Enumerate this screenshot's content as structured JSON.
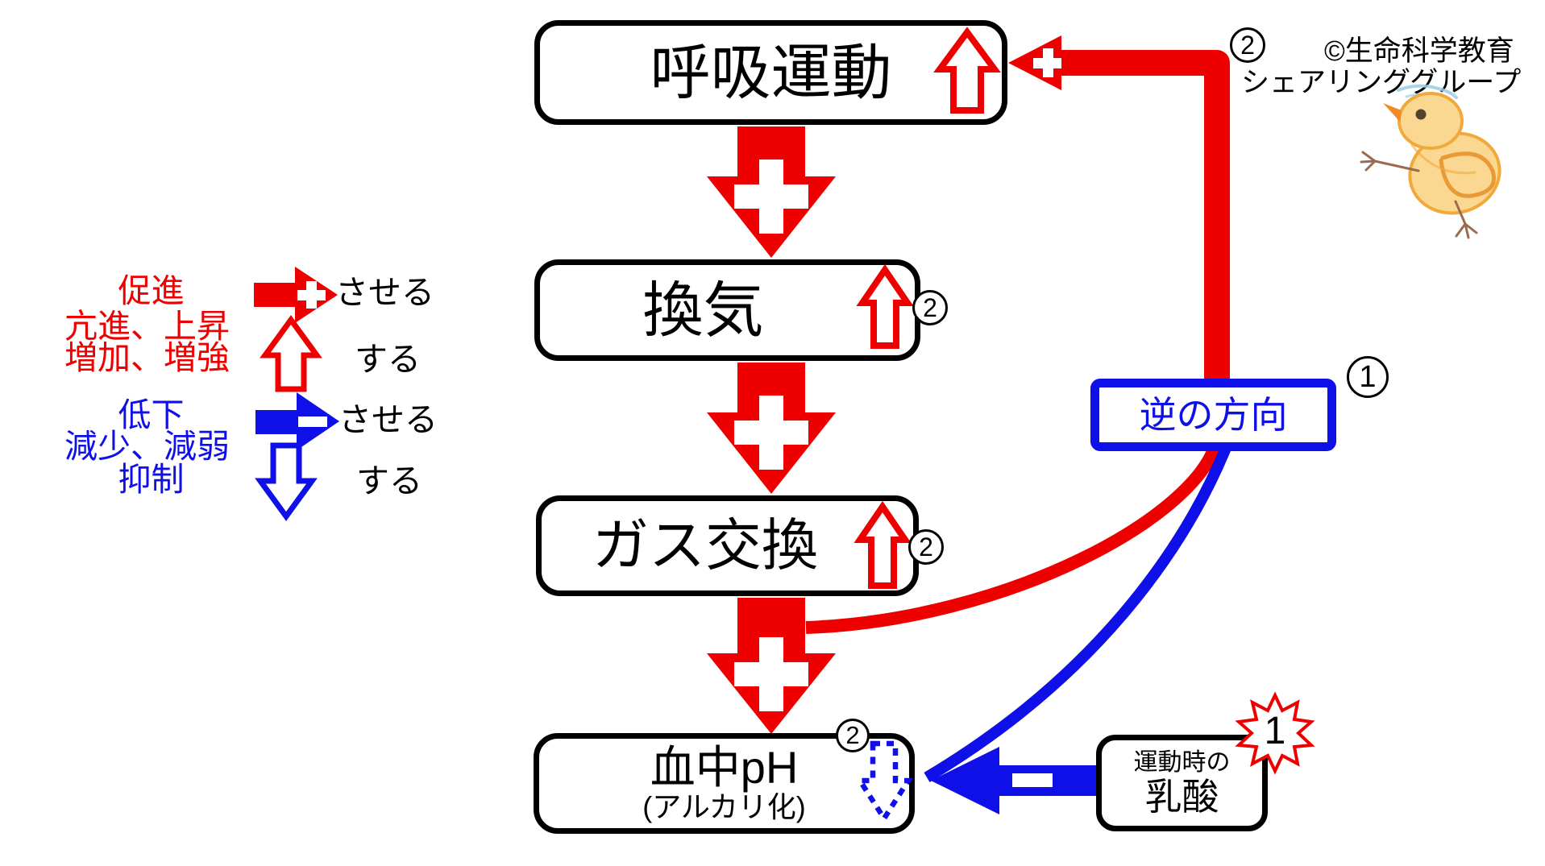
{
  "colors": {
    "red": "#EE0000",
    "blue": "#0F0FE8"
  },
  "legend": {
    "promote": {
      "line1": "促進",
      "line2": "亢進、上昇",
      "line3": "増加、増強",
      "cause_label": "させる",
      "self_label": "する"
    },
    "suppress": {
      "line1": "低下",
      "line2": "減少、減弱",
      "line3": "抑制",
      "cause_label": "させる",
      "self_label": "する"
    }
  },
  "boxes": {
    "breathing": {
      "label": "呼吸運動"
    },
    "ventilation": {
      "label": "換気",
      "badge": "2"
    },
    "gas_exchange": {
      "label": "ガス交換",
      "badge": "2"
    },
    "blood_ph": {
      "label": "血中pH",
      "sublabel": "(アルカリ化)",
      "badge": "2"
    },
    "reverse": {
      "label": "逆の方向",
      "badge": "1"
    },
    "lactate": {
      "line1": "運動時の",
      "line2": "乳酸",
      "starburst": "1"
    }
  },
  "feedback": {
    "badge": "2"
  },
  "credit": {
    "line1": "©生命科学教育",
    "line2": "シェアリンググループ"
  }
}
